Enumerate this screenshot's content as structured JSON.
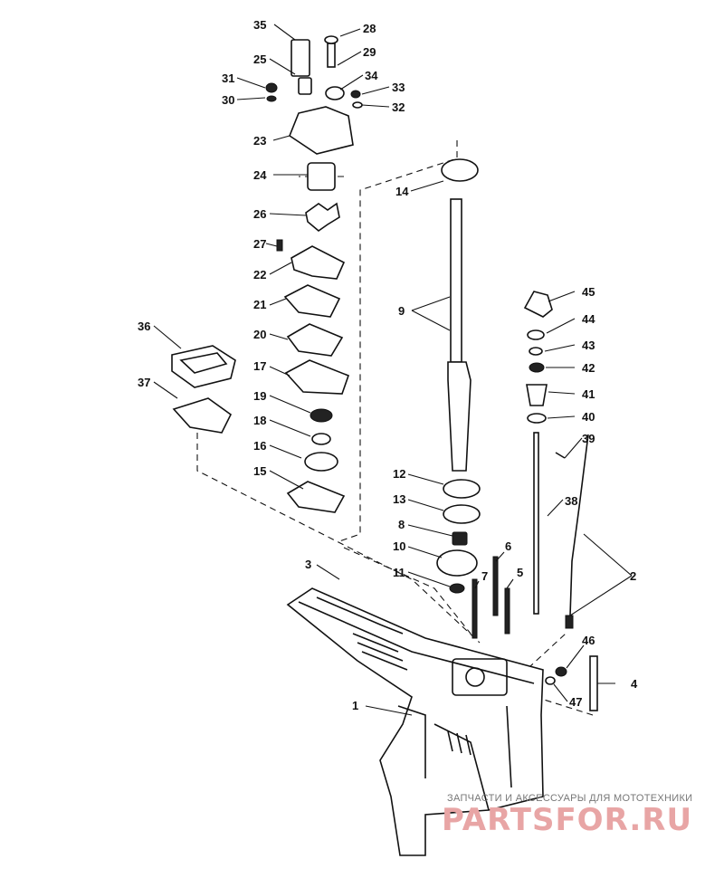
{
  "diagram": {
    "labels": [
      "1",
      "2",
      "3",
      "4",
      "5",
      "6",
      "7",
      "8",
      "9",
      "10",
      "11",
      "12",
      "13",
      "14",
      "15",
      "16",
      "17",
      "18",
      "19",
      "20",
      "21",
      "22",
      "23",
      "24",
      "25",
      "26",
      "27",
      "28",
      "29",
      "30",
      "31",
      "32",
      "33",
      "34",
      "35",
      "36",
      "37",
      "38",
      "39",
      "40",
      "41",
      "42",
      "43",
      "44",
      "45",
      "46",
      "47"
    ]
  },
  "watermark": {
    "caption": "ЗАПЧАСТИ И АКСЕССУАРЫ ДЛЯ МОТОТЕХНИКИ",
    "logo": "PARTSFOR.RU"
  },
  "colors": {
    "line": "#111111",
    "background": "#ffffff",
    "logo": "#e8a5a5"
  }
}
